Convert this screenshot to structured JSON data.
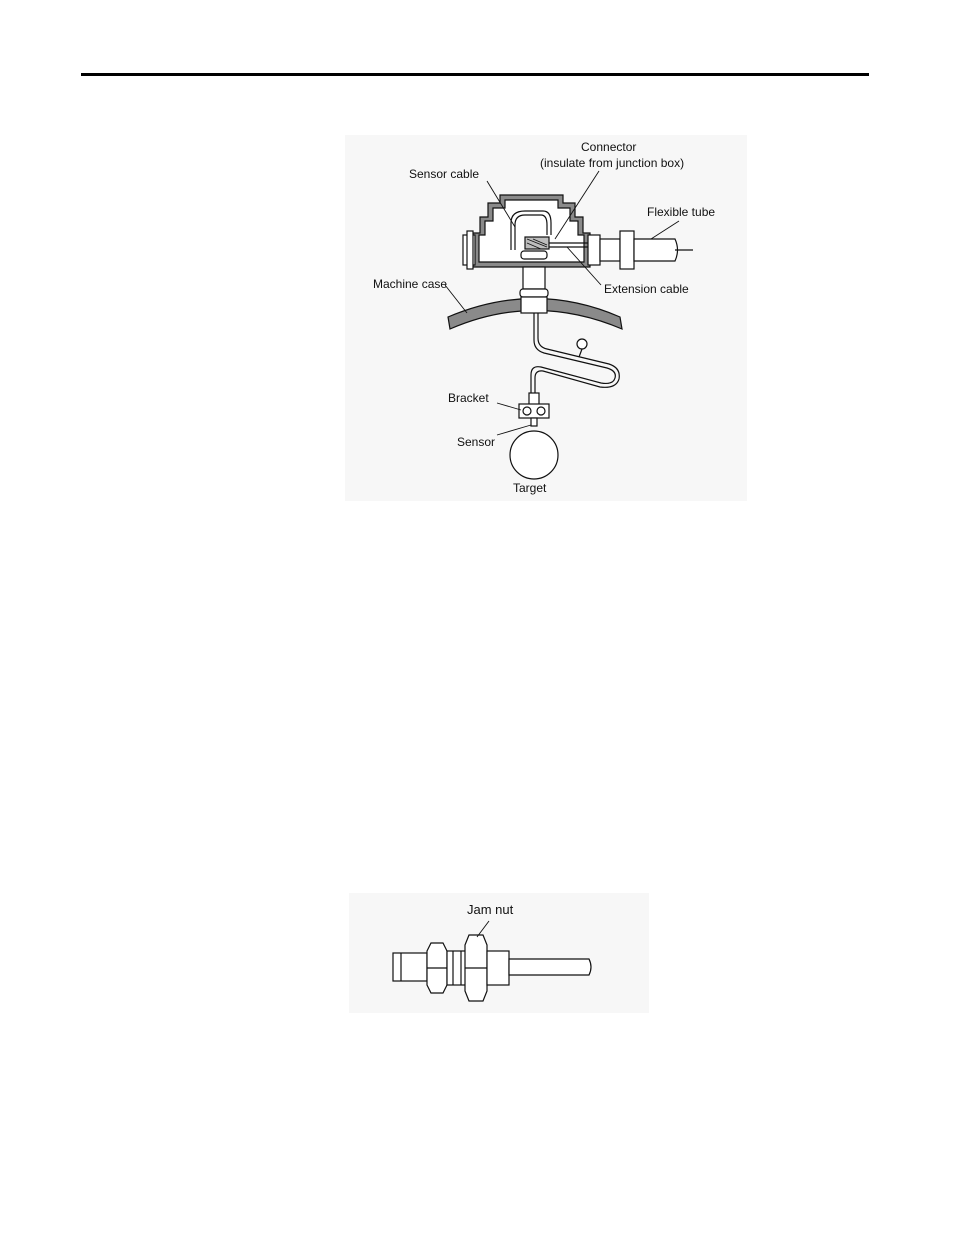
{
  "figure1": {
    "labels": {
      "connector": "Connector",
      "connector_note": "(insulate from junction box)",
      "sensor_cable": "Sensor cable",
      "flexible_tube": "Flexible tube",
      "machine_case": "Machine case",
      "extension_cable": "Extension cable",
      "bracket": "Bracket",
      "sensor": "Sensor",
      "target": "Target"
    }
  },
  "figure2": {
    "labels": {
      "jam_nut": "Jam nut"
    }
  },
  "colors": {
    "housing_fill": "#8a8a8a",
    "line": "#111111",
    "panel_bg": "#f7f7f7"
  }
}
